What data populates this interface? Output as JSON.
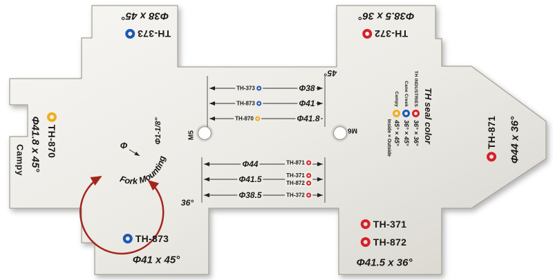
{
  "colors": {
    "red": "#d5202a",
    "blue": "#1c57b5",
    "yellow": "#f0ae1b",
    "ink": "#1b1916",
    "arc_red": "#a3251c"
  },
  "tabs": {
    "top_left": {
      "size": "Φ38 x 45°",
      "model": "TH-373",
      "dot": "blue"
    },
    "top_right": {
      "size": "Φ38.5 x 36°",
      "model": "TH-372",
      "dot": "red"
    },
    "bottom_left": {
      "model": "TH-873",
      "dot": "blue",
      "size": "Φ41 x 45°"
    },
    "bottom_right": {
      "model_1": "TH-371",
      "dot_1": "red",
      "model_2": "TH-872",
      "dot_2": "red",
      "size": "Φ41.5 x 36°"
    },
    "left_arm": {
      "size": "Φ41.8 x 45°",
      "brand": "Campy",
      "model": "TH-870",
      "dot": "yellow"
    },
    "right_arm": {
      "model": "TH-871",
      "dot": "red",
      "size": "Φ44 x 36°"
    }
  },
  "upper_dims": {
    "angle": "45°",
    "rows": [
      {
        "ref": "TH-373",
        "dot": "blue",
        "dia": "Φ38"
      },
      {
        "ref": "TH-873",
        "dot": "blue",
        "dia": "Φ41"
      },
      {
        "ref": "TH-870",
        "dot": "yellow",
        "dia": "Φ41.8"
      }
    ]
  },
  "lower_dims": {
    "angle": "36°",
    "rows": [
      {
        "dia": "Φ44",
        "ref_1": "TH-871",
        "dot_1": "red"
      },
      {
        "dia": "Φ41.5",
        "ref_1": "TH-371",
        "dot_1": "red",
        "ref_2": "TH-872",
        "dot_2": "red"
      },
      {
        "dia": "Φ38.5",
        "ref_1": "TH-372",
        "dot_1": "red"
      }
    ]
  },
  "holes": {
    "left_label": "M5",
    "right_label": "M6"
  },
  "fork": {
    "curve_label": "Fork Mounting",
    "steerer": "Φ1-1/8\"",
    "phi": "Φ"
  },
  "legend": {
    "title": "TH seal color",
    "rows": [
      {
        "brand": "TH INDUSTRIES",
        "dot": "red",
        "angles": "36° × 36°"
      },
      {
        "brand": "Cane Creek",
        "dot": "blue",
        "angles": "36° × 45°"
      },
      {
        "brand": "Campy",
        "dot": "yellow",
        "angles": "45° × 45°"
      }
    ],
    "footer": "Inside × Outside"
  }
}
